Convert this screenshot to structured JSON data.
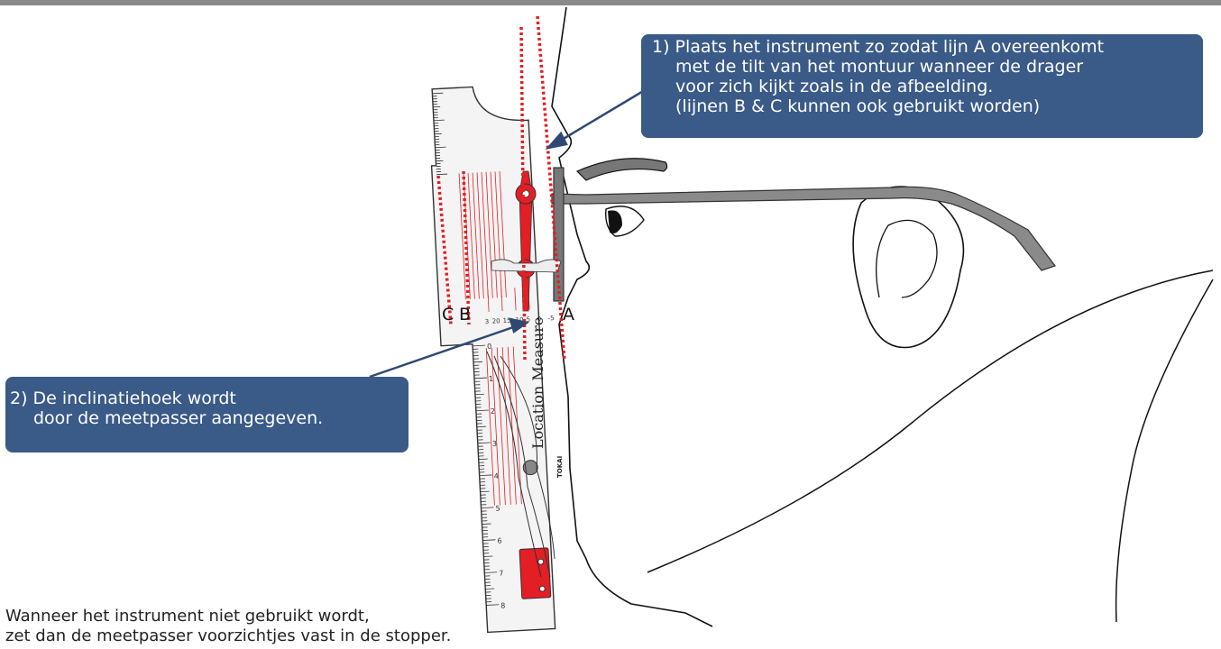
{
  "callouts": {
    "step1": {
      "lines": [
        "1) Plaats het instrument zo zodat lijn A overeenkomt",
        "met de tilt van het montuur wanneer de drager",
        "voor zich kijkt zoals in de afbeelding.",
        "(lijnen B & C kunnen ook gebruikt worden)"
      ]
    },
    "step2": {
      "lines": [
        "2) De inclinatiehoek wordt",
        "door de meetpasser aangegeven."
      ]
    }
  },
  "line_labels": {
    "a": "A",
    "b": "B",
    "c": "C"
  },
  "ruler": {
    "brand": "Location Measure",
    "maker": "TOKAI"
  },
  "ruler_scale": [
    "0",
    "1",
    "2",
    "3",
    "4",
    "5",
    "6",
    "7",
    "8"
  ],
  "protractor_scale": [
    "3",
    "20",
    "15",
    "10",
    "5",
    "0",
    "-5"
  ],
  "bottom_note": {
    "lines": [
      "Wanneer het instrument niet gebruikt wordt,",
      "zet dan de meetpasser voorzichtjes vast in de stopper."
    ]
  },
  "colors": {
    "callout_bg": "#3a5a88",
    "accent_red": "#e31e24",
    "frame_gray": "#777777",
    "top_bar": "#8a8a8a"
  }
}
